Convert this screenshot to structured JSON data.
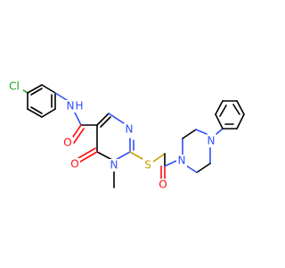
{
  "molecule": {
    "atom_labels": {
      "chlorine": "Cl",
      "amide_nh": "N",
      "amide_nh_h": "H",
      "amide_o": "O",
      "ring_n_top": "N",
      "ring_n_methyl": "N",
      "ring_o": "O",
      "sulfur": "S",
      "ketone_o": "O",
      "pip_n1": "N",
      "pip_n4": "N"
    },
    "colors": {
      "carbon": "#000000",
      "nitrogen": "#3050f8",
      "oxygen": "#ff0d0d",
      "sulfur": "#c8a200",
      "chlorine": "#1ba11b"
    }
  }
}
